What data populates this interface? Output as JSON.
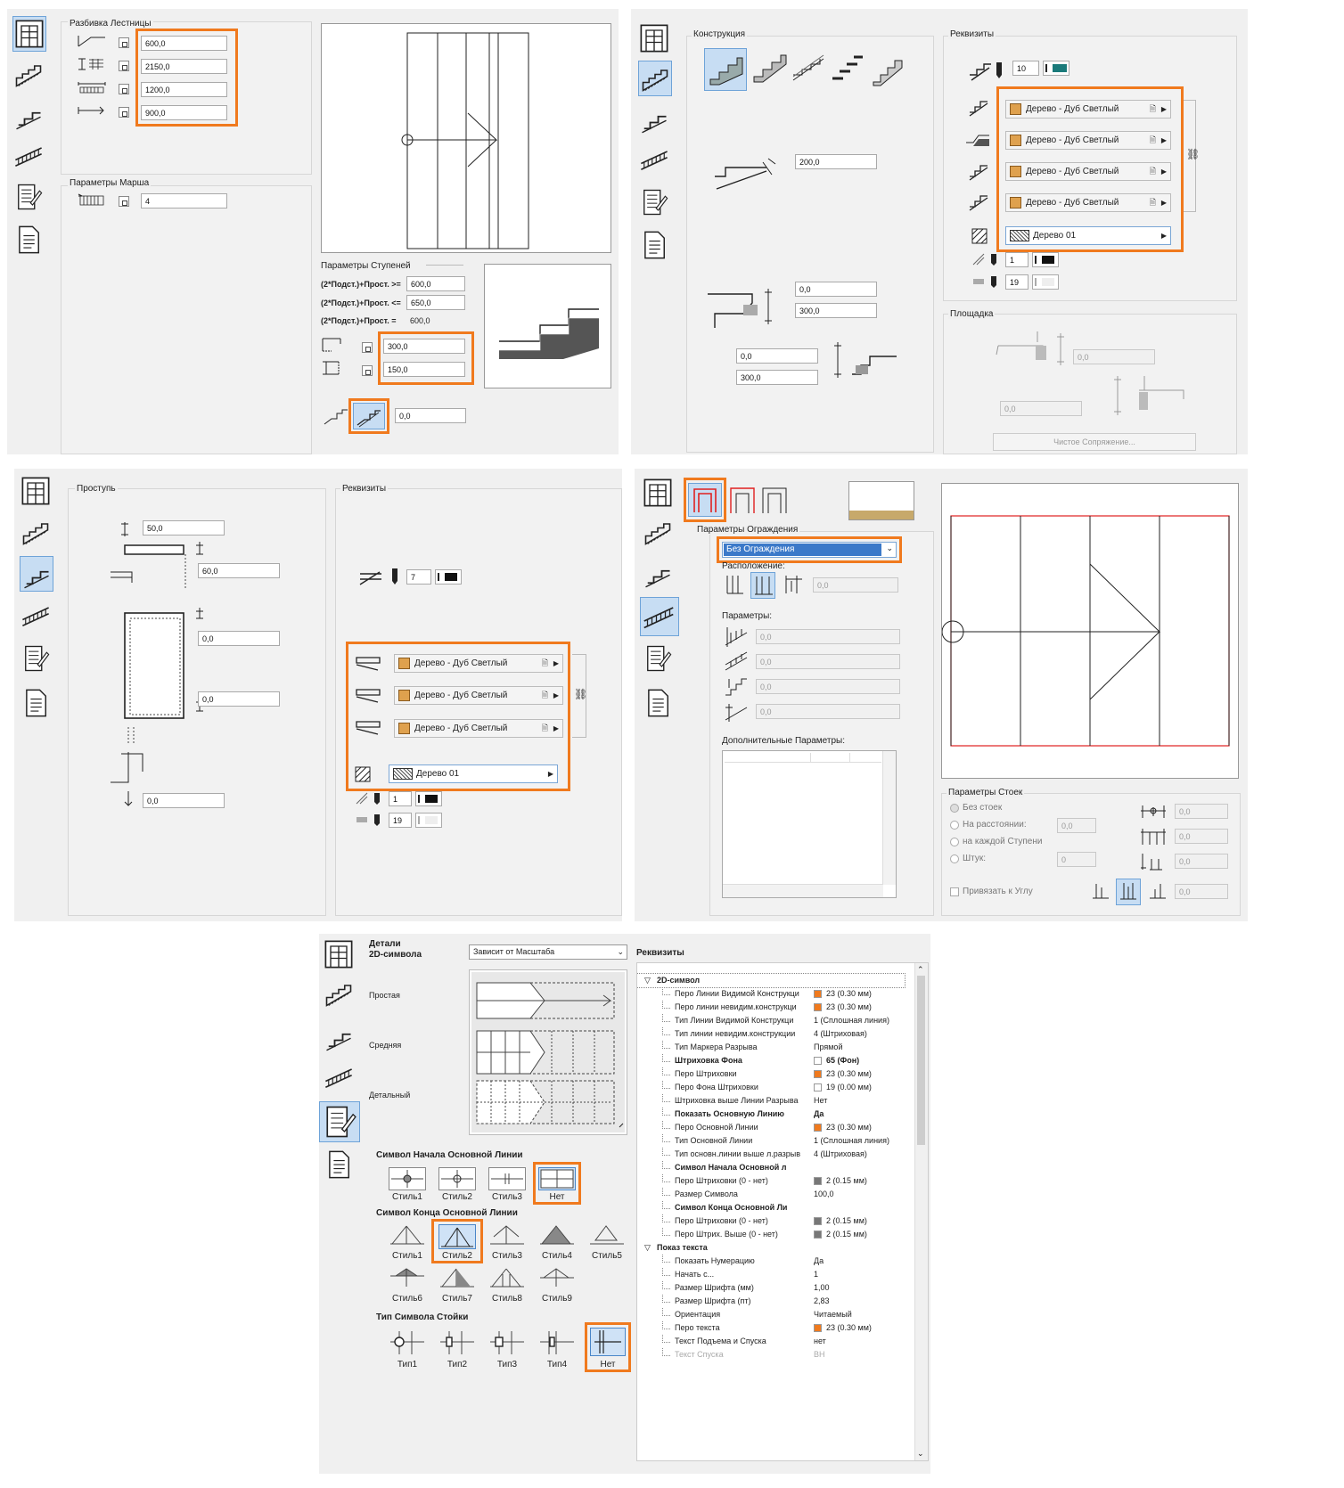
{
  "panel1": {
    "group_stair": "Разбивка Лестницы",
    "values": [
      "600,0",
      "2150,0",
      "1200,0",
      "900,0"
    ],
    "group_flight": "Параметры Марша",
    "flight_value": "4",
    "group_steps": "Параметры Ступеней",
    "rules": [
      {
        "label": "(2*Подст.)+Прост. >=",
        "value": "600,0"
      },
      {
        "label": "(2*Подст.)+Прост. <=",
        "value": "650,0"
      },
      {
        "label": "(2*Подст.)+Прост. =",
        "value": "600,0"
      }
    ],
    "tread": "300,0",
    "riser": "150,0",
    "offset": "0,0"
  },
  "panel2": {
    "group_construction": "Конструкция",
    "thickness": "200,0",
    "value_a": "0,0",
    "value_b": "300,0",
    "value_c": "0,0",
    "value_d": "300,0",
    "group_attributes": "Реквизиты",
    "pen": "10",
    "materials": [
      "Дерево - Дуб Светлый",
      "Дерево - Дуб Светлый",
      "Дерево - Дуб Светлый",
      "Дерево - Дуб Светлый"
    ],
    "fill": "Дерево 01",
    "pen2": "1",
    "pen3": "19",
    "group_landing": "Площадка",
    "landing_a": "0,0",
    "landing_b": "0,0",
    "landing_button": "Чистое Сопряжение..."
  },
  "panel3": {
    "group_tread": "Проступь",
    "values": [
      "50,0",
      "60,0",
      "0,0",
      "0,0",
      "0,0"
    ],
    "group_attributes": "Реквизиты",
    "pen": "7",
    "materials": [
      "Дерево - Дуб Светлый",
      "Дерево - Дуб Светлый",
      "Дерево - Дуб Светлый"
    ],
    "fill": "Дерево 01",
    "pen2": "1",
    "pen3": "19"
  },
  "panel4": {
    "group_railing": "Параметры Ограждения",
    "railing_select": "Без Ограждения",
    "placement_label": "Расположение:",
    "placement_value": "0,0",
    "params_label": "Параметры:",
    "params": [
      "0,0",
      "0,0",
      "0,0",
      "0,0"
    ],
    "extra_label": "Дополнительные Параметры:",
    "group_posts": "Параметры Стоек",
    "radios": [
      "Без стоек",
      "На расстоянии:",
      "на каждой Ступени",
      "Штук:"
    ],
    "radio_values": [
      "0,0",
      "0"
    ],
    "snap_label": "Привязать к Углу",
    "post_values": [
      "0,0",
      "0,0",
      "0,0",
      "0,0"
    ]
  },
  "panel5": {
    "title_line1": "Детали",
    "title_line2": "2D-символа",
    "scale_select": "Зависит от Масштаба",
    "levels": [
      "Простая",
      "Средняя",
      "Детальный"
    ],
    "attributes_title": "Реквизиты",
    "start_symbol_title": "Символ Начала Основной Линии",
    "start_styles": [
      "Стиль1",
      "Стиль2",
      "Стиль3",
      "Нет"
    ],
    "end_symbol_title": "Символ Конца Основной Линии",
    "end_styles": [
      "Стиль1",
      "Стиль2",
      "Стиль3",
      "Стиль4",
      "Стиль5",
      "Стиль6",
      "Стиль7",
      "Стиль8",
      "Стиль9"
    ],
    "post_symbol_title": "Тип Символа Стойки",
    "post_types": [
      "Тип1",
      "Тип2",
      "Тип3",
      "Тип4",
      "Нет"
    ],
    "tree": [
      {
        "k": "2D-символ",
        "hdr": true
      },
      {
        "k": "Перо Линии Видимой Конструкци",
        "v": "23 (0.30 мм)",
        "c": "#f07a1e"
      },
      {
        "k": "Перо линии невидим.конструкци",
        "v": "23 (0.30 мм)",
        "c": "#f07a1e"
      },
      {
        "k": "Тип Линии Видимой Конструкци",
        "v": "1 (Сплошная линия)"
      },
      {
        "k": "Тип линии невидим.конструкции",
        "v": "4 (Штриховая)"
      },
      {
        "k": "Тип Маркера Разрыва",
        "v": "Прямой"
      },
      {
        "k": "Штриховка Фона",
        "v": "65 (Фон)",
        "c": "#ffffff",
        "bold": true
      },
      {
        "k": "Перо Штриховки",
        "v": "23 (0.30 мм)",
        "c": "#f07a1e"
      },
      {
        "k": "Перо Фона Штриховки",
        "v": "19 (0.00 мм)",
        "c": "#ffffff"
      },
      {
        "k": "Штриховка выше Линии Разрыва",
        "v": "Нет"
      },
      {
        "k": "Показать Основную Линию",
        "v": "Да",
        "bold": true
      },
      {
        "k": "Перо Основной Линии",
        "v": "23 (0.30 мм)",
        "c": "#f07a1e"
      },
      {
        "k": "Тип Основной Линии",
        "v": "1 (Сплошная линия)"
      },
      {
        "k": "Тип основн.линии выше л.разрыв",
        "v": "4 (Штриховая)"
      },
      {
        "k": "Символ Начала Основной л",
        "v": "",
        "bold": true
      },
      {
        "k": "Перо Штриховки (0 - нет)",
        "v": "2 (0.15 мм)",
        "c": "#777777"
      },
      {
        "k": "Размер Символа",
        "v": "100,0"
      },
      {
        "k": "Символ Конца Основной Ли",
        "v": "",
        "bold": true
      },
      {
        "k": "Перо Штриховки (0 - нет)",
        "v": "2 (0.15 мм)",
        "c": "#777777"
      },
      {
        "k": "Перо Штрих. Выше (0 - нет)",
        "v": "2 (0.15 мм)",
        "c": "#777777"
      },
      {
        "k": "Показ текста",
        "hdr": true
      },
      {
        "k": "Показать Нумерацию",
        "v": "Да"
      },
      {
        "k": "Начать с...",
        "v": "1"
      },
      {
        "k": "Размер Шрифта (мм)",
        "v": "1,00"
      },
      {
        "k": "Размер Шрифта (пт)",
        "v": "2,83"
      },
      {
        "k": "Ориентация",
        "v": "Читаемый"
      },
      {
        "k": "Перо текста",
        "v": "23 (0.30 мм)",
        "c": "#f07a1e"
      },
      {
        "k": "Текст Подъема и Спуска",
        "v": "нет"
      },
      {
        "k": "Текст Спуска",
        "v": "ВН",
        "dim": true
      }
    ]
  },
  "colors": {
    "accent": "#f07a1e",
    "select_blue": "#c7ddf3",
    "red_outline": "#e02020"
  }
}
